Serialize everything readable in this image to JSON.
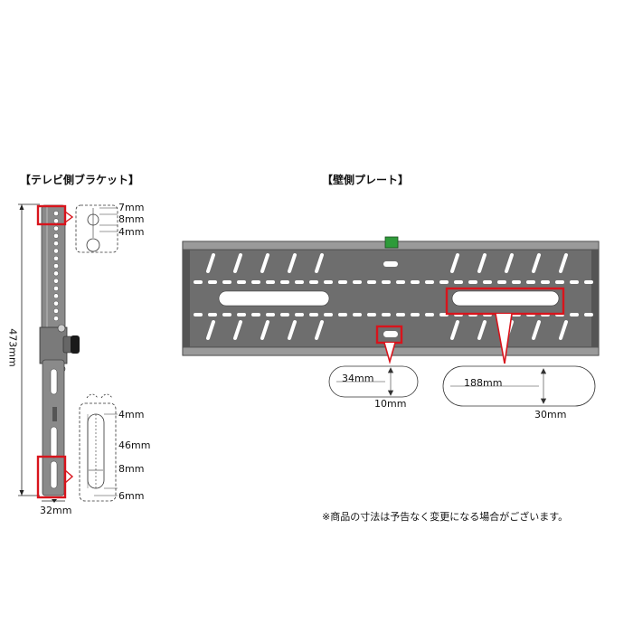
{
  "tv_bracket": {
    "title": "【テレビ側ブラケット】",
    "height_label": "473mm",
    "width_label": "32mm",
    "top_detail": {
      "gap": "7mm",
      "hole": "8mm",
      "pitch": "4mm"
    },
    "bottom_detail": {
      "top_gap": "4mm",
      "slot_length": "46mm",
      "slot_width": "8mm",
      "bottom_gap": "6mm"
    }
  },
  "wall_plate": {
    "title": "【壁側プレート】",
    "small_slot": {
      "length": "34mm",
      "width": "10mm"
    },
    "large_slot": {
      "length": "188mm",
      "width": "30mm"
    }
  },
  "note": "※商品の寸法は予告なく変更になる場合がございます。",
  "colors": {
    "highlight": "#d8141c",
    "plate": "#6e6e6e",
    "bracket": "#8a8a8a"
  }
}
